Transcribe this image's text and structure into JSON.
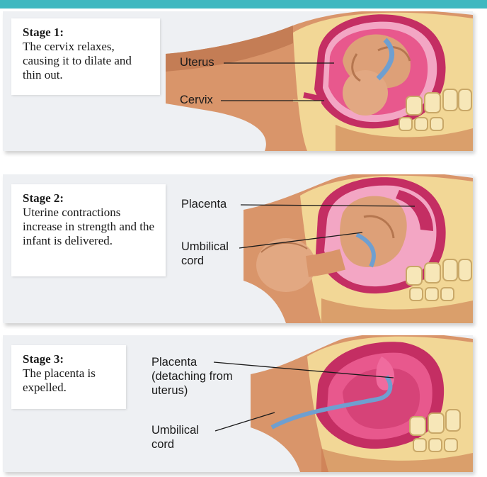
{
  "stages": [
    {
      "title": "Stage 1:",
      "text": "The cervix relaxes, causing it to dilate and thin out.",
      "labels": [
        "Uterus",
        "Cervix"
      ]
    },
    {
      "title": "Stage 2:",
      "text": "Uterine contractions increase in strength and the infant is delivered.",
      "labels": [
        "Placenta",
        "Umbilical cord"
      ]
    },
    {
      "title": "Stage 3:",
      "text": "The placenta is expelled.",
      "labels": [
        "Placenta (detaching from uterus)",
        "Umbilical cord"
      ]
    }
  ],
  "colors": {
    "accent_bar": "#3fb8c0",
    "panel_bg": "#eef0f3",
    "skin": "#d9956a",
    "tissue_pink": "#d4336e",
    "tissue_inner": "#f3a6c4",
    "fat_yellow": "#f2d796",
    "cord_blue": "#6f9fd0"
  }
}
